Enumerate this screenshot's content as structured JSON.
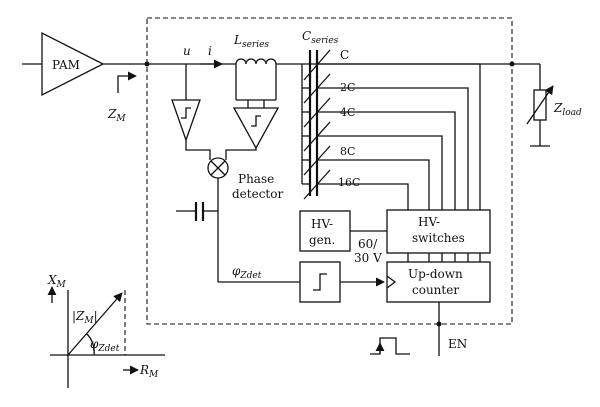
{
  "labels": {
    "pam": "PAM",
    "u": "u",
    "i": "i",
    "l_series_main": "L",
    "l_series_sub": "series",
    "c_series_main": "C",
    "c_series_sub": "series",
    "cap_1": "C",
    "cap_2": "2C",
    "cap_4": "4C",
    "cap_8": "8C",
    "cap_16": "16C",
    "z_m_main": "Z",
    "z_m_sub": "M",
    "z_load_main": "Z",
    "z_load_sub": "load",
    "phase_detector_line1": "Phase",
    "phase_detector_line2": "detector",
    "hv_gen_line1": "HV-",
    "hv_gen_line2": "gen.",
    "hv_switches_line1": "HV-",
    "hv_switches_line2": "switches",
    "voltage_line1": "60/",
    "voltage_line2": "30 V",
    "phi_zdet_main": "φ",
    "phi_zdet_sub": "Z",
    "phi_zdet_sub2": "det",
    "counter_line1": "Up-down",
    "counter_line2": "counter",
    "en": "EN",
    "x_m_main": "X",
    "x_m_sub": "M",
    "r_m_main": "R",
    "r_m_sub": "M",
    "zm_abs_main": "|Z",
    "zm_abs_sub": "M",
    "zm_abs_end": "|",
    "phi_vec_main": "φ",
    "phi_vec_sub": "Z",
    "phi_vec_sub2": "det"
  }
}
